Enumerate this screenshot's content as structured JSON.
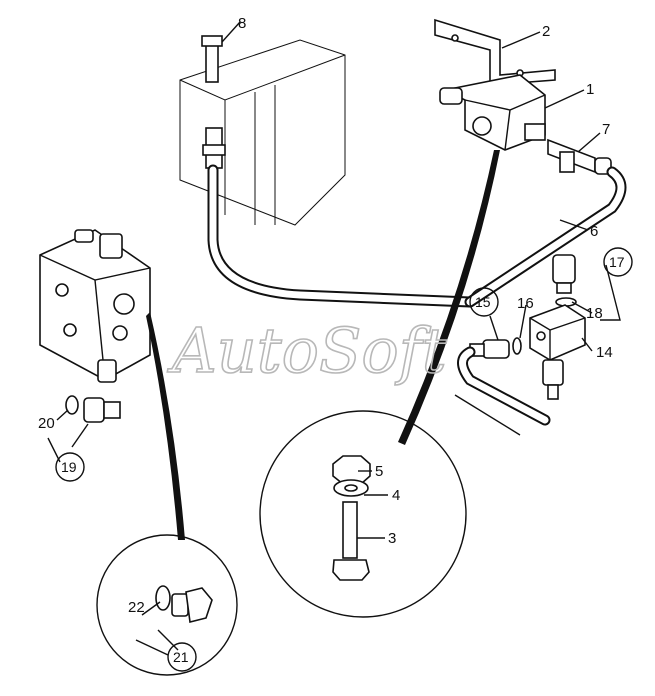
{
  "watermark": "AutoSoft",
  "callouts": {
    "c1": "1",
    "c2": "2",
    "c3": "3",
    "c4": "4",
    "c5": "5",
    "c6": "6",
    "c7": "7",
    "c8": "8",
    "c14": "14",
    "c15": "15",
    "c16": "16",
    "c17": "17",
    "c18": "18",
    "c19": "19",
    "c20": "20",
    "c21": "21",
    "c22": "22"
  }
}
